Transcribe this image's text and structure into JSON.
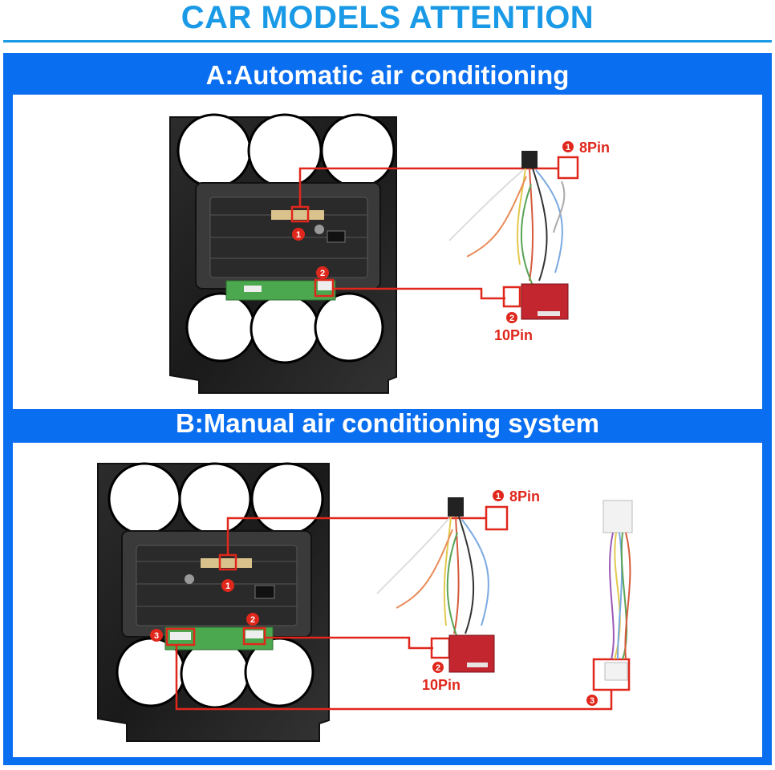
{
  "title": "CAR MODELS ATTENTION",
  "section_a": {
    "title": "A:Automatic air conditioning",
    "pin1_num": "1",
    "pin1_label": "8Pin",
    "pin2_num": "2",
    "pin2_label": "10Pin",
    "marker1": "1",
    "marker2": "2"
  },
  "section_b": {
    "title": "B:Manual air conditioning system",
    "pin1_num": "1",
    "pin1_label": "8Pin",
    "pin2_num": "2",
    "pin2_label": "10Pin",
    "pin3_num": "3",
    "marker1": "1",
    "marker2": "2",
    "marker3": "3"
  },
  "colors": {
    "accent": "#1a9ae6",
    "frame": "#0a6ef0",
    "callout": "#e0271c"
  }
}
